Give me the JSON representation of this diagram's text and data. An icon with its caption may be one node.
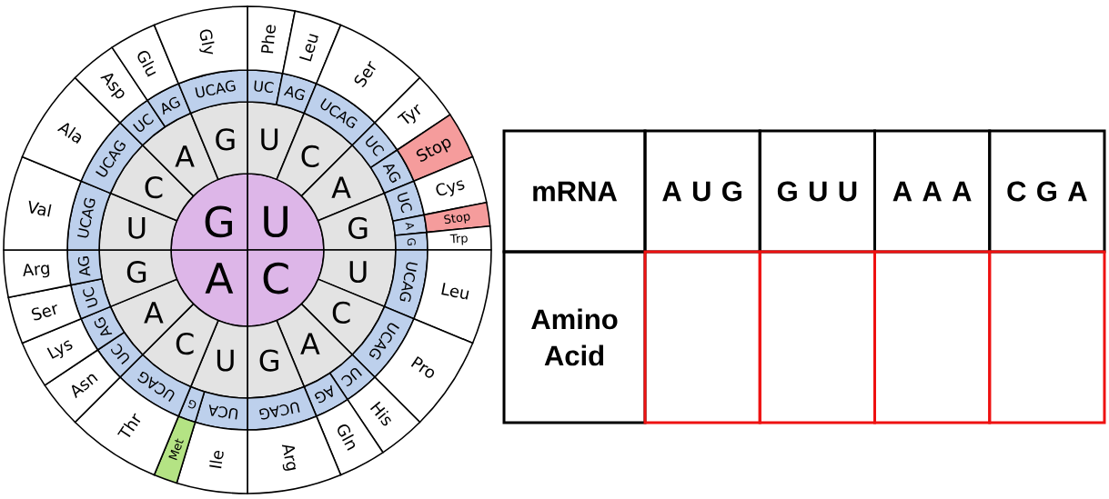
{
  "diagram": {
    "nodes": [
      {
        "text": [
          "U"
        ]
      },
      {
        "text": [
          "C"
        ]
      },
      {
        "text": [
          "A"
        ]
      },
      {
        "text": [
          "G"
        ]
      },
      {
        "text": [
          "U"
        ]
      },
      {
        "text": [
          "C"
        ]
      },
      {
        "text": [
          "A"
        ]
      },
      {
        "text": [
          "G"
        ]
      },
      {
        "text": [
          "U"
        ]
      },
      {
        "text": [
          "C"
        ]
      },
      {
        "text": [
          "A"
        ]
      },
      {
        "text": [
          "G"
        ]
      },
      {
        "text": [
          "U"
        ]
      },
      {
        "text": [
          "C"
        ]
      },
      {
        "text": [
          "A"
        ]
      },
      {
        "text": [
          "G"
        ]
      },
      {
        "text": [
          "U"
        ]
      },
      {
        "text": [
          "C"
        ]
      },
      {
        "text": [
          "A"
        ]
      },
      {
        "text": [
          "G"
        ]
      },
      {
        "text": [
          "UC"
        ]
      },
      {
        "text": [
          "AG"
        ]
      },
      {
        "text": [
          "UCAG"
        ]
      },
      {
        "text": [
          "UC"
        ]
      },
      {
        "text": [
          "AG"
        ]
      },
      {
        "text": [
          "UC"
        ]
      },
      {
        "text": [
          "A"
        ]
      },
      {
        "text": [
          "G"
        ]
      },
      {
        "text": [
          "UCAG"
        ]
      },
      {
        "text": [
          "UCAG"
        ]
      },
      {
        "text": [
          "UC"
        ]
      },
      {
        "text": [
          "AG"
        ]
      },
      {
        "text": [
          "UCAG"
        ]
      },
      {
        "text": [
          "UCA"
        ]
      },
      {
        "text": [
          "G"
        ]
      },
      {
        "text": [
          "UCAG"
        ]
      },
      {
        "text": [
          "UC"
        ]
      },
      {
        "text": [
          "AG"
        ]
      },
      {
        "text": [
          "UC"
        ]
      },
      {
        "text": [
          "AG"
        ]
      },
      {
        "text": [
          "UCAG"
        ]
      },
      {
        "text": [
          "UCAG"
        ]
      },
      {
        "text": [
          "UC"
        ]
      },
      {
        "text": [
          "AG"
        ]
      },
      {
        "text": [
          "UCAG"
        ]
      },
      {
        "text": [
          "Phe"
        ]
      },
      {
        "text": [
          "Leu"
        ]
      },
      {
        "text": [
          "Ser"
        ]
      },
      {
        "text": [
          "Tyr"
        ]
      },
      {
        "text": [
          "Stop"
        ]
      },
      {
        "text": [
          "Cys"
        ]
      },
      {
        "text": [
          "Stop"
        ]
      },
      {
        "text": [
          "Trp"
        ]
      },
      {
        "text": [
          "Leu"
        ]
      },
      {
        "text": [
          "Pro"
        ]
      },
      {
        "text": [
          "His"
        ]
      },
      {
        "text": [
          "Gln"
        ]
      },
      {
        "text": [
          "Arg"
        ]
      },
      {
        "text": [
          "Ile"
        ]
      },
      {
        "text": [
          "Met"
        ]
      },
      {
        "text": [
          "Thr"
        ]
      },
      {
        "text": [
          "Asn"
        ]
      },
      {
        "text": [
          "Lys"
        ]
      },
      {
        "text": [
          "Ser"
        ]
      },
      {
        "text": [
          "Arg"
        ]
      },
      {
        "text": [
          "Val"
        ]
      },
      {
        "text": [
          "Ala"
        ]
      },
      {
        "text": [
          "Asp"
        ]
      },
      {
        "text": [
          "Glu"
        ]
      },
      {
        "text": [
          "Gly"
        ]
      }
    ],
    "labels": [
      "mRNA",
      "A U G",
      "G U U",
      "A A A",
      "C G A",
      "Amino Acid"
    ]
  }
}
